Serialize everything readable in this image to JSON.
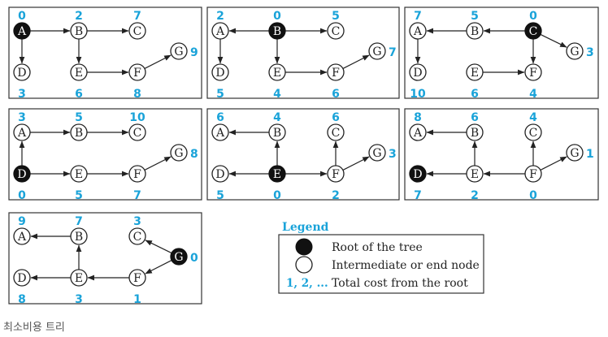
{
  "colors": {
    "cost": "#1aa3d9",
    "root": "#111111",
    "line": "#222222",
    "frame": "#333333"
  },
  "panels": [
    {
      "root": "A",
      "nodes": [
        {
          "id": "A",
          "cost": "0"
        },
        {
          "id": "B",
          "cost": "2"
        },
        {
          "id": "C",
          "cost": "7"
        },
        {
          "id": "D",
          "cost": "3"
        },
        {
          "id": "E",
          "cost": "6"
        },
        {
          "id": "F",
          "cost": "8"
        },
        {
          "id": "G",
          "cost": "9"
        }
      ],
      "edges": [
        [
          "A",
          "B"
        ],
        [
          "A",
          "D"
        ],
        [
          "B",
          "C"
        ],
        [
          "B",
          "E"
        ],
        [
          "E",
          "F"
        ],
        [
          "F",
          "G"
        ]
      ]
    },
    {
      "root": "B",
      "nodes": [
        {
          "id": "A",
          "cost": "2"
        },
        {
          "id": "B",
          "cost": "0"
        },
        {
          "id": "C",
          "cost": "5"
        },
        {
          "id": "D",
          "cost": "5"
        },
        {
          "id": "E",
          "cost": "4"
        },
        {
          "id": "F",
          "cost": "6"
        },
        {
          "id": "G",
          "cost": "7"
        }
      ],
      "edges": [
        [
          "B",
          "A"
        ],
        [
          "B",
          "C"
        ],
        [
          "A",
          "D"
        ],
        [
          "B",
          "E"
        ],
        [
          "E",
          "F"
        ],
        [
          "F",
          "G"
        ]
      ]
    },
    {
      "root": "C",
      "nodes": [
        {
          "id": "A",
          "cost": "7"
        },
        {
          "id": "B",
          "cost": "5"
        },
        {
          "id": "C",
          "cost": "0"
        },
        {
          "id": "D",
          "cost": "10"
        },
        {
          "id": "E",
          "cost": "6"
        },
        {
          "id": "F",
          "cost": "4"
        },
        {
          "id": "G",
          "cost": "3"
        }
      ],
      "edges": [
        [
          "C",
          "B"
        ],
        [
          "B",
          "A"
        ],
        [
          "A",
          "D"
        ],
        [
          "C",
          "F"
        ],
        [
          "C",
          "G"
        ],
        [
          "E",
          "F"
        ]
      ]
    },
    {
      "root": "D",
      "nodes": [
        {
          "id": "A",
          "cost": "3"
        },
        {
          "id": "B",
          "cost": "5"
        },
        {
          "id": "C",
          "cost": "10"
        },
        {
          "id": "D",
          "cost": "0"
        },
        {
          "id": "E",
          "cost": "5"
        },
        {
          "id": "F",
          "cost": "7"
        },
        {
          "id": "G",
          "cost": "8"
        }
      ],
      "edges": [
        [
          "D",
          "A"
        ],
        [
          "A",
          "B"
        ],
        [
          "B",
          "C"
        ],
        [
          "D",
          "E"
        ],
        [
          "E",
          "F"
        ],
        [
          "F",
          "G"
        ]
      ]
    },
    {
      "root": "E",
      "nodes": [
        {
          "id": "A",
          "cost": "6"
        },
        {
          "id": "B",
          "cost": "4"
        },
        {
          "id": "C",
          "cost": "6"
        },
        {
          "id": "D",
          "cost": "5"
        },
        {
          "id": "E",
          "cost": "0"
        },
        {
          "id": "F",
          "cost": "2"
        },
        {
          "id": "G",
          "cost": "3"
        }
      ],
      "edges": [
        [
          "E",
          "B"
        ],
        [
          "B",
          "A"
        ],
        [
          "E",
          "D"
        ],
        [
          "E",
          "F"
        ],
        [
          "F",
          "C"
        ],
        [
          "F",
          "G"
        ]
      ]
    },
    {
      "root": "D",
      "nodes": [
        {
          "id": "A",
          "cost": "8"
        },
        {
          "id": "B",
          "cost": "6"
        },
        {
          "id": "C",
          "cost": "4"
        },
        {
          "id": "D",
          "cost": "7"
        },
        {
          "id": "E",
          "cost": "2"
        },
        {
          "id": "F",
          "cost": "0"
        },
        {
          "id": "G",
          "cost": "1"
        }
      ],
      "edges": [
        [
          "B",
          "A"
        ],
        [
          "E",
          "B"
        ],
        [
          "E",
          "D"
        ],
        [
          "F",
          "E"
        ],
        [
          "F",
          "C"
        ],
        [
          "F",
          "G"
        ]
      ]
    },
    {
      "root": "G",
      "nodes": [
        {
          "id": "A",
          "cost": "9"
        },
        {
          "id": "B",
          "cost": "7"
        },
        {
          "id": "C",
          "cost": "3"
        },
        {
          "id": "D",
          "cost": "8"
        },
        {
          "id": "E",
          "cost": "3"
        },
        {
          "id": "F",
          "cost": "1"
        },
        {
          "id": "G",
          "cost": "0"
        }
      ],
      "edges": [
        [
          "G",
          "C"
        ],
        [
          "G",
          "F"
        ],
        [
          "F",
          "E"
        ],
        [
          "E",
          "D"
        ],
        [
          "E",
          "B"
        ],
        [
          "B",
          "A"
        ]
      ]
    }
  ],
  "legend": {
    "title": "Legend",
    "root_label": "Root of the tree",
    "node_label": "Intermediate or end node",
    "cost_sample": "1, 2, ...",
    "cost_label": "Total cost from the root"
  },
  "caption": "최소비용 트리"
}
